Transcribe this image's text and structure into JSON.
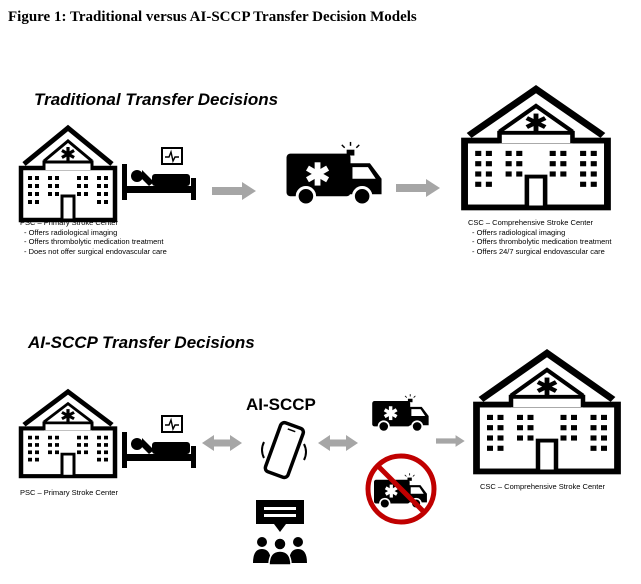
{
  "figure_title": "Figure 1: Traditional versus AI-SCCP Transfer Decision Models",
  "traditional": {
    "title": "Traditional Transfer Decisions",
    "psc_label": "PSC – Primary Stroke Center",
    "psc_items": [
      "- Offers radiological imaging",
      "- Offers thrombolytic medication treatment",
      "- Does not offer surgical endovascular care"
    ],
    "csc_label": "CSC – Comprehensive Stroke Center",
    "csc_items": [
      "- Offers radiological imaging",
      "- Offers thrombolytic medication treatment",
      "- Offers 24/7 surgical endovascular care"
    ]
  },
  "ai": {
    "title": "AI-SCCP Transfer Decisions",
    "platform_label": "AI-SCCP",
    "psc_label": "PSC – Primary Stroke Center",
    "csc_label": "CSC – Comprehensive Stroke Center"
  },
  "icons": [
    "hospital-icon",
    "patient-bed-icon",
    "heart-monitor-icon",
    "ambulance-icon",
    "arrow-right-icon",
    "double-arrow-icon",
    "smartphone-icon",
    "chat-bubble-icon",
    "group-icon",
    "no-ambulance-icon"
  ],
  "colors": {
    "arrow": "#a6a6a6",
    "prohibit": "#c00000",
    "ink": "#000000"
  }
}
